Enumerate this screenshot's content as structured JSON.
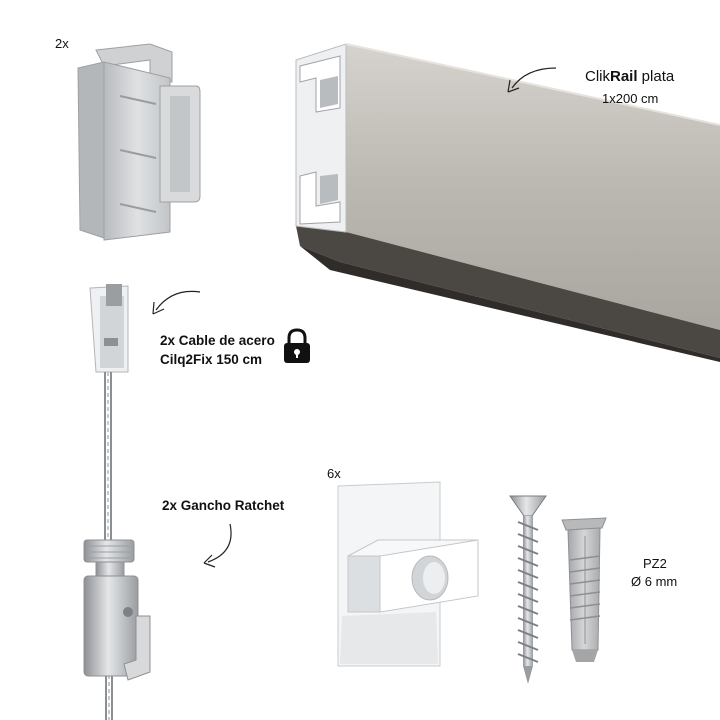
{
  "labels": {
    "clip_qty": "2x",
    "rail_brand_prefix": "Clik",
    "rail_brand_bold": "Rail",
    "rail_suffix": " plata",
    "rail_size": "1x200 cm",
    "cable_line1": "2x Cable de acero",
    "cable_line2": "Cilq2Fix 150 cm",
    "hook_label": "2x Gancho Ratchet",
    "bracket_qty": "6x",
    "screw_type": "PZ2",
    "plug_diameter": "Ø 6 mm"
  },
  "icons": {
    "lock": "padlock-icon"
  },
  "colors": {
    "background": "#ffffff",
    "rail_silver": "#b9b6b0",
    "plastic_grey": "#c9cbcd",
    "text": "#111111"
  }
}
